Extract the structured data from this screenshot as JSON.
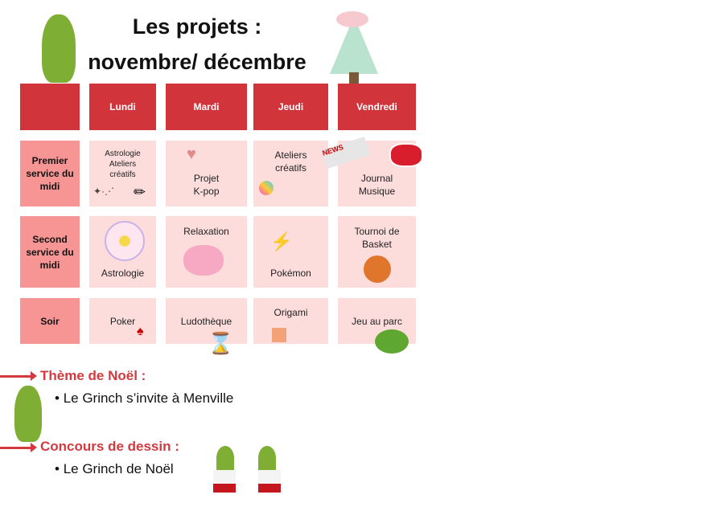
{
  "title": {
    "line1": "Les projets :",
    "line2": "novembre/ décembre"
  },
  "table": {
    "days": [
      "Lundi",
      "Mardi",
      "Jeudi",
      "Vendredi"
    ],
    "rows": [
      {
        "label": "Premier service du midi",
        "cells": [
          "Astrologie Ateliers créatifs",
          "Projet K-pop",
          "Ateliers créatifs",
          "Journal Musique"
        ]
      },
      {
        "label": "Second service du midi",
        "cells": [
          "Astrologie",
          "Relaxation",
          "Pokémon",
          "Tournoi de Basket"
        ]
      },
      {
        "label": "Soir",
        "cells": [
          "Poker",
          "Ludothèque",
          "Origami",
          "Jeu au parc"
        ]
      }
    ]
  },
  "sections": [
    {
      "heading": "Thème de Noël :",
      "bullet": "Le Grinch s’invite à Menville"
    },
    {
      "heading": "Concours de dessin :",
      "bullet": "Le Grinch de Noël"
    }
  ],
  "colors": {
    "header": "#d1343b",
    "label": "#f79595",
    "cell": "#fddcdc",
    "accent": "#d33a3f"
  }
}
